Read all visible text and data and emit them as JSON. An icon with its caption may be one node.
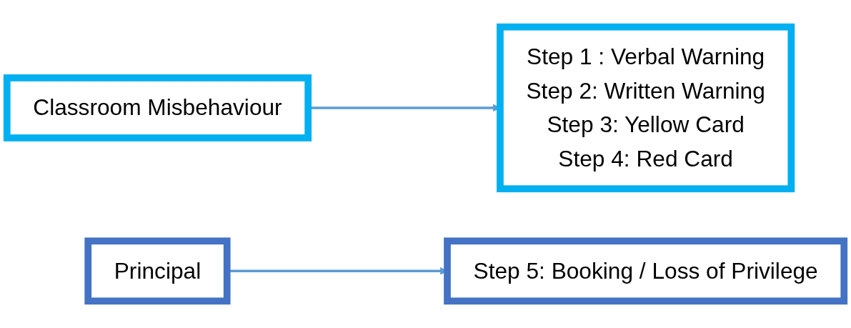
{
  "diagram": {
    "nodes": [
      {
        "text": [
          "Classroom Misbehaviour"
        ]
      },
      {
        "text": [
          "Step 1 : Verbal Warning",
          "Step 2: Written Warning",
          "Step 3: Yellow Card",
          "Step 4: Red Card"
        ]
      },
      {
        "text": [
          "Principal"
        ]
      },
      {
        "text": [
          "Step 5: Booking / Loss of Privilege"
        ]
      }
    ],
    "edges": [
      {
        "from": 0,
        "to": 1,
        "arrow": "to"
      },
      {
        "from": 2,
        "to": 3,
        "arrow": "to"
      }
    ]
  }
}
